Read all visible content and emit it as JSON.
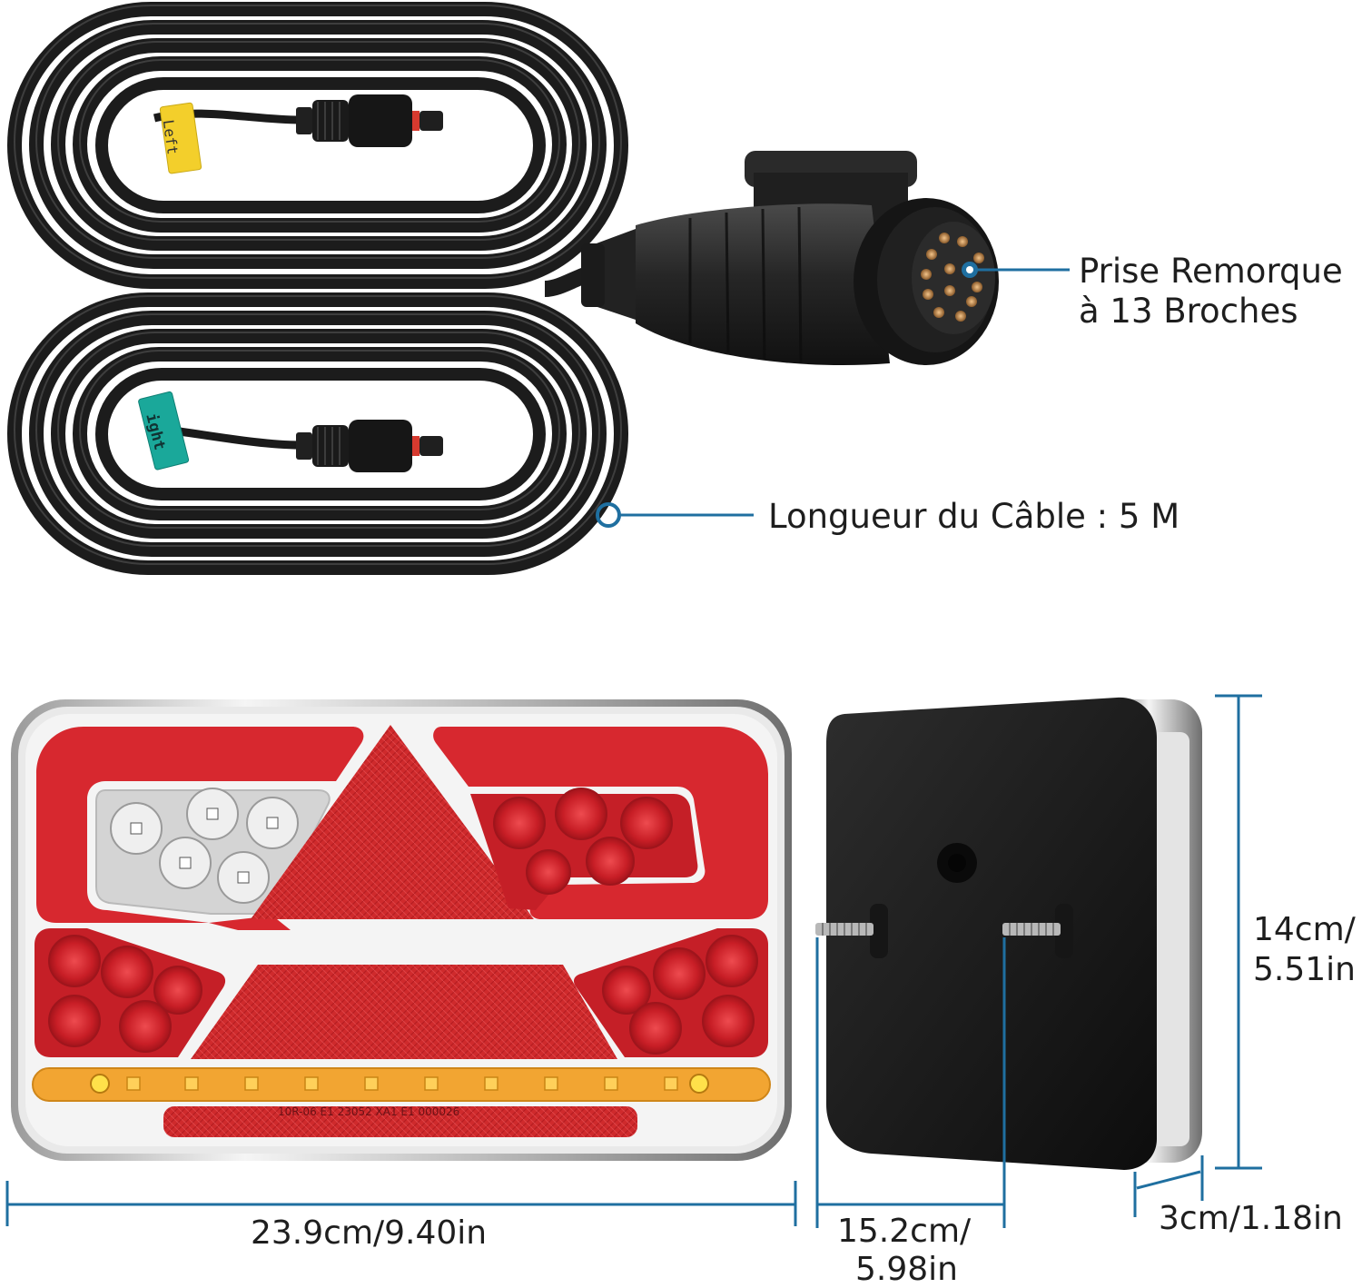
{
  "callouts": {
    "plug_line1": "Prise Remorque",
    "plug_line2": "à 13 Broches",
    "cable_length": "Longueur du Câble : 5 M"
  },
  "tags": {
    "left": "Left",
    "right": "ight"
  },
  "lamp": {
    "marking": "10R-06  E1  23052  XA1  E1  000026"
  },
  "dimensions": {
    "width": "23.9cm/9.40in",
    "back_width_line1": "15.2cm/",
    "back_width_line2": "5.98in",
    "height_line1": "14cm/",
    "height_line2": "5.51in",
    "depth": "3cm/1.18in"
  },
  "colors": {
    "accent": "#1f6fa0",
    "lamp_red": "#d7282f",
    "amber": "#f2a532",
    "cable": "#1c1c1c",
    "tag_yellow": "#f3cf2b",
    "tag_teal": "#1aa89a"
  }
}
